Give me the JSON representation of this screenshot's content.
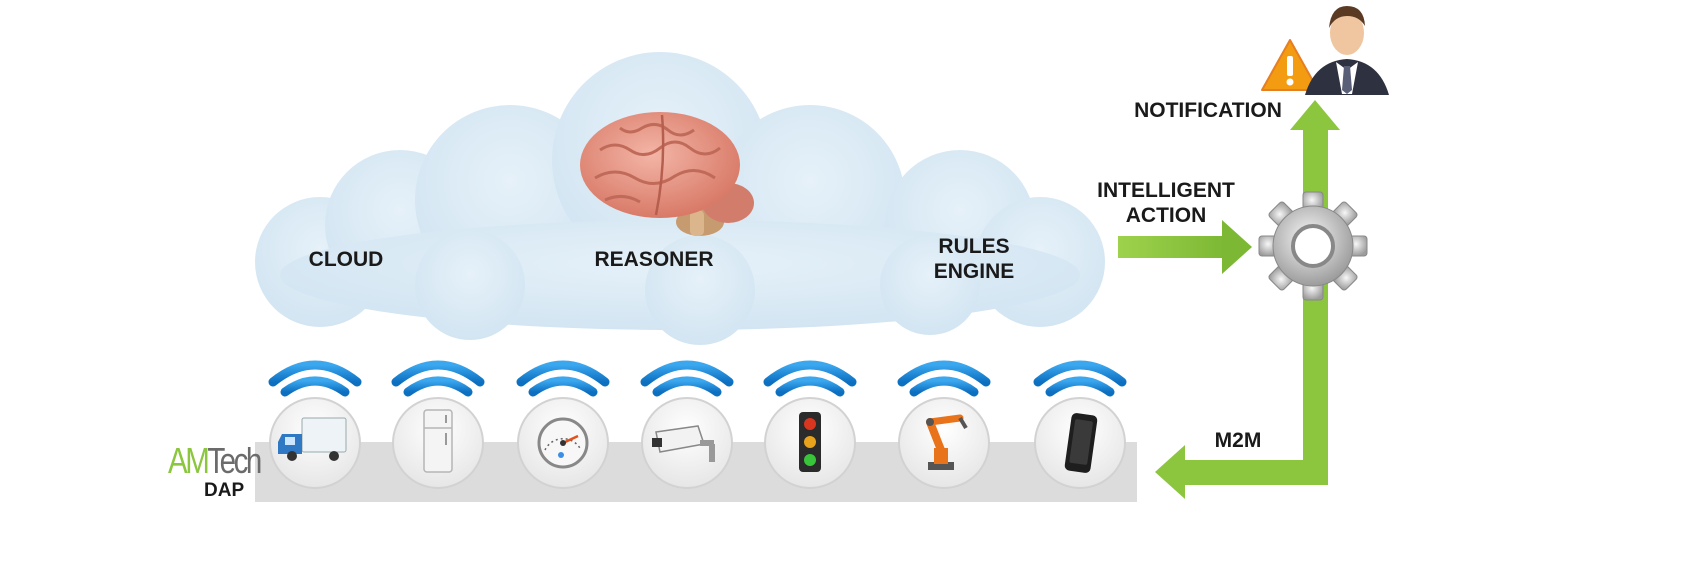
{
  "labels": {
    "cloud": "CLOUD",
    "reasoner": "REASONER",
    "rules_line1": "RULES",
    "rules_line2": "ENGINE",
    "intelligent_line1": "INTELLIGENT",
    "intelligent_line2": "ACTION",
    "notification": "NOTIFICATION",
    "m2m": "M2M"
  },
  "logo": {
    "am": "AM",
    "tech": "Tech",
    "dap": "DAP"
  },
  "devices": [
    "truck-icon",
    "refrigerator-icon",
    "gauge-icon",
    "security-camera-icon",
    "traffic-light-icon",
    "robot-arm-icon",
    "smartphone-icon"
  ],
  "colors": {
    "cloud": "#d6e8f4",
    "arrow_green": "#8cc63f",
    "wifi_blue": "#1a86d6",
    "platform": "#dcdcdc",
    "warning_orange": "#f39c12"
  }
}
